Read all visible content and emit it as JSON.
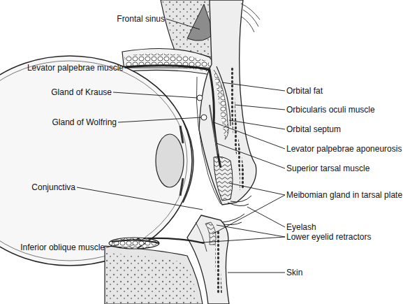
{
  "diagram": {
    "labels": [
      "Frontal sinus",
      "Levator palpebrae muscle",
      "Orbital fat",
      "Gland of Krause",
      "Orbicularis oculi muscle",
      "Orbital septum",
      "Gland of Wolfring",
      "Levator palpebrae aponeurosis",
      "Superior tarsal muscle",
      "Meibomian gland in tarsal plate",
      "Conjunctiva",
      "Eyelash",
      "Lower eyelid retractors",
      "Inferior oblique muscle",
      "Skin"
    ]
  }
}
